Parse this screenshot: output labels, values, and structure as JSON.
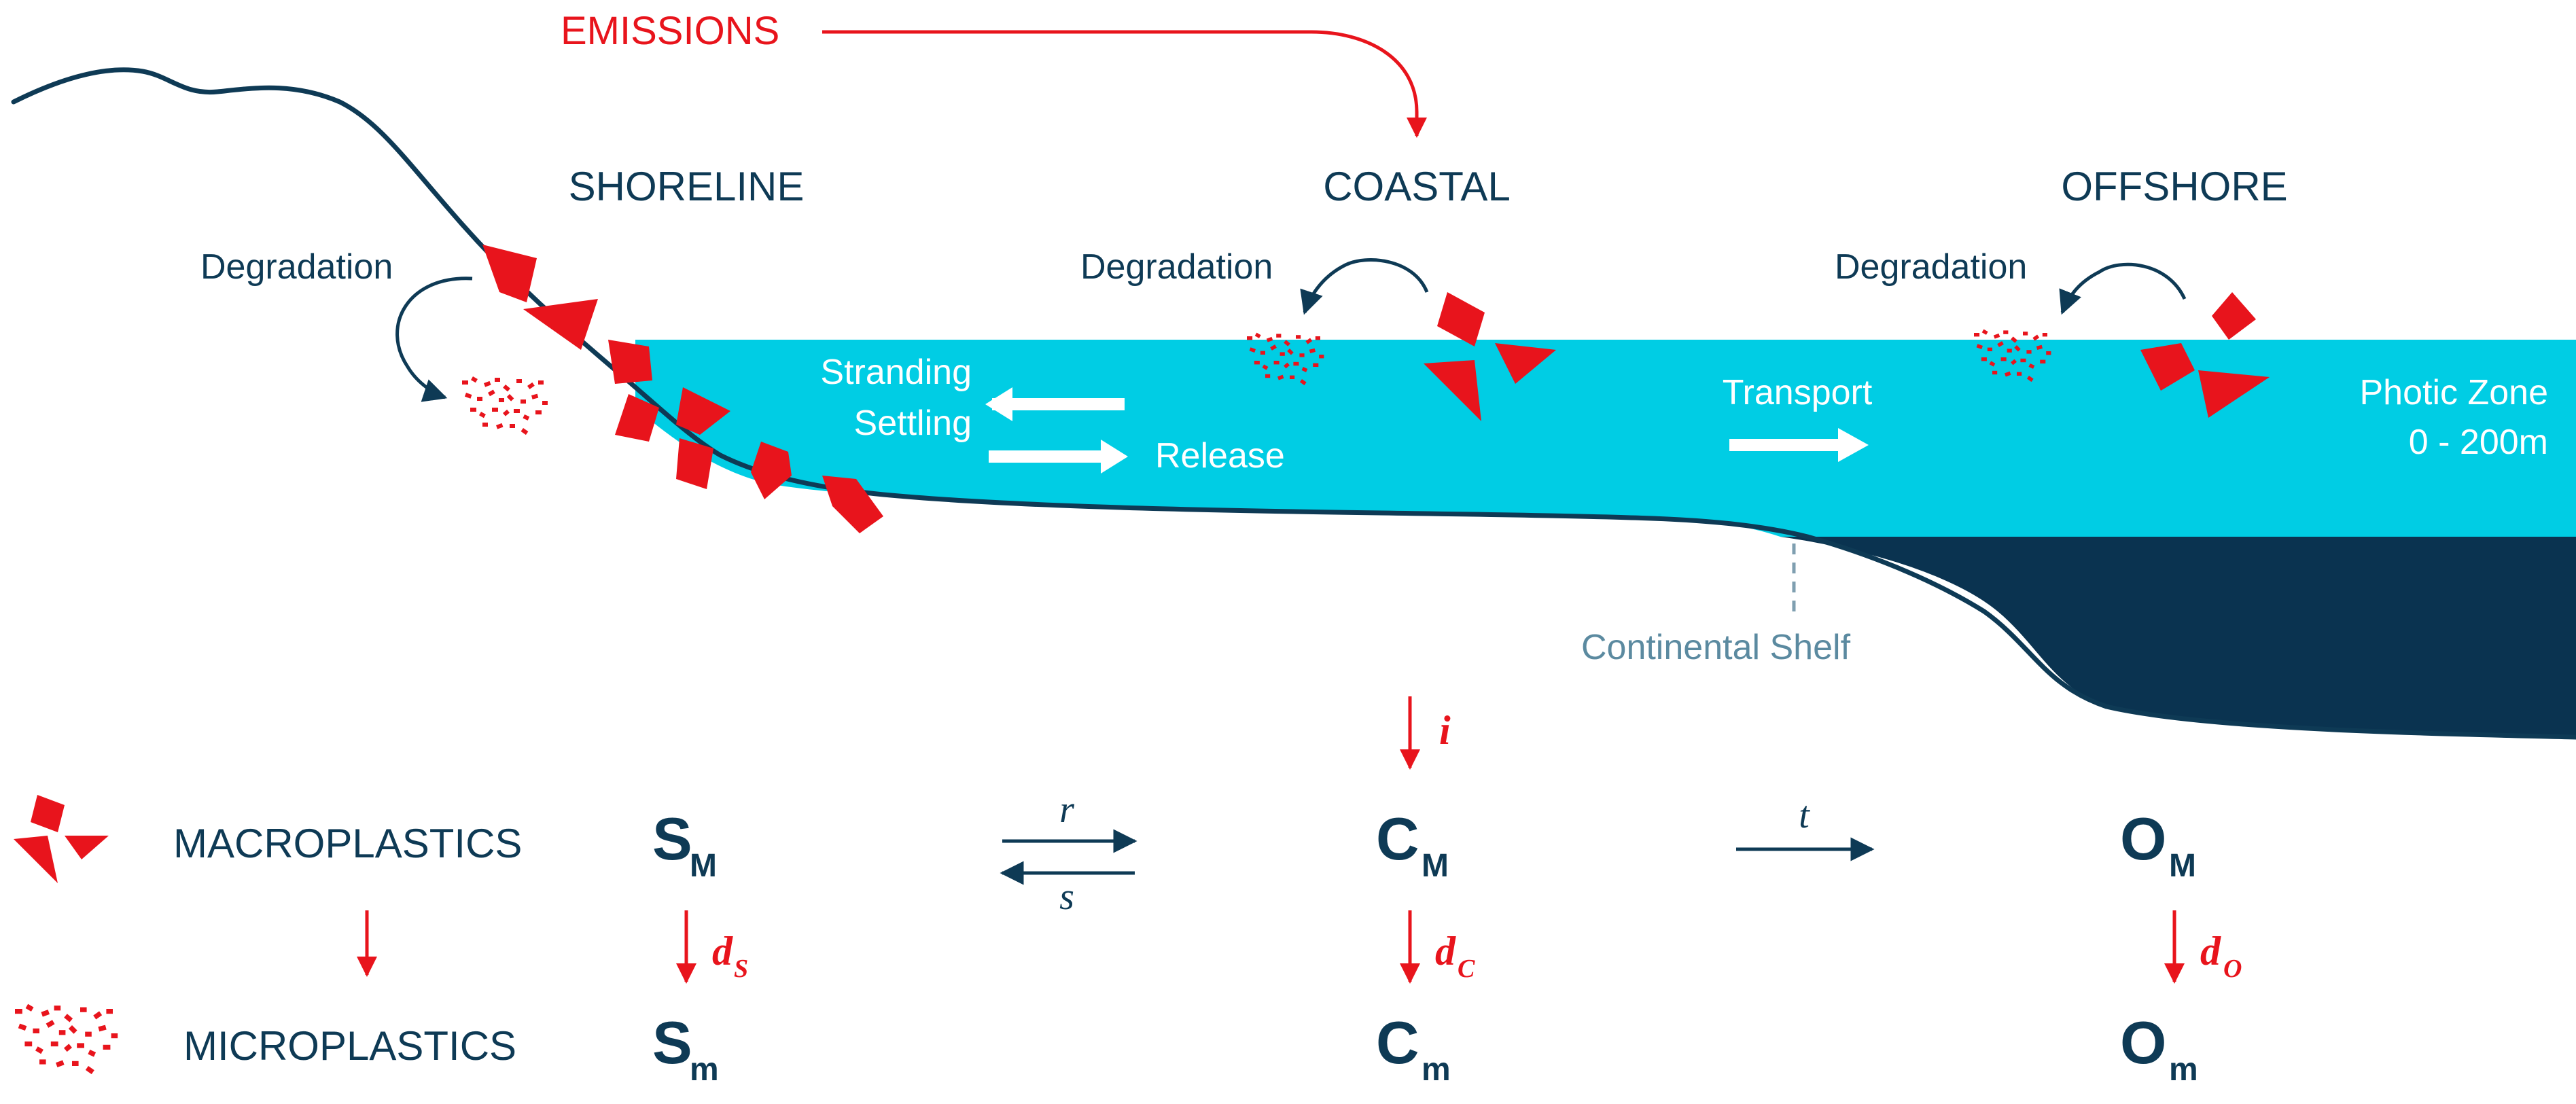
{
  "colors": {
    "navy": "#0e3a55",
    "red": "#e8141c",
    "water": "#00cde4",
    "deep": "#0a3350",
    "shelf_label": "#5b8aa0",
    "white": "#ffffff"
  },
  "labels": {
    "emissions": "EMISSIONS",
    "shoreline": "SHORELINE",
    "coastal": "COASTAL",
    "offshore": "OFFSHORE",
    "degradation_shore": "Degradation",
    "degradation_coastal": "Degradation",
    "degradation_offshore": "Degradation",
    "stranding": "Stranding",
    "settling": "Settling",
    "release": "Release",
    "transport": "Transport",
    "photic_zone": "Photic Zone",
    "photic_depth": "0 - 200m",
    "continental_shelf": "Continental Shelf"
  },
  "legend": {
    "macroplastics": "MACROPLASTICS",
    "microplastics": "MICROPLASTICS"
  },
  "model": {
    "S_M": {
      "base": "S",
      "sub": "M"
    },
    "C_M": {
      "base": "C",
      "sub": "M"
    },
    "O_M": {
      "base": "O",
      "sub": "M"
    },
    "S_m": {
      "base": "S",
      "sub": "m"
    },
    "C_m": {
      "base": "C",
      "sub": "m"
    },
    "O_m": {
      "base": "O",
      "sub": "m"
    },
    "rate_r": "r",
    "rate_s": "s",
    "rate_t": "t",
    "rate_i": "i",
    "rate_ds": {
      "base": "d",
      "sub": "S"
    },
    "rate_dc": {
      "base": "d",
      "sub": "C"
    },
    "rate_do": {
      "base": "d",
      "sub": "O"
    }
  }
}
